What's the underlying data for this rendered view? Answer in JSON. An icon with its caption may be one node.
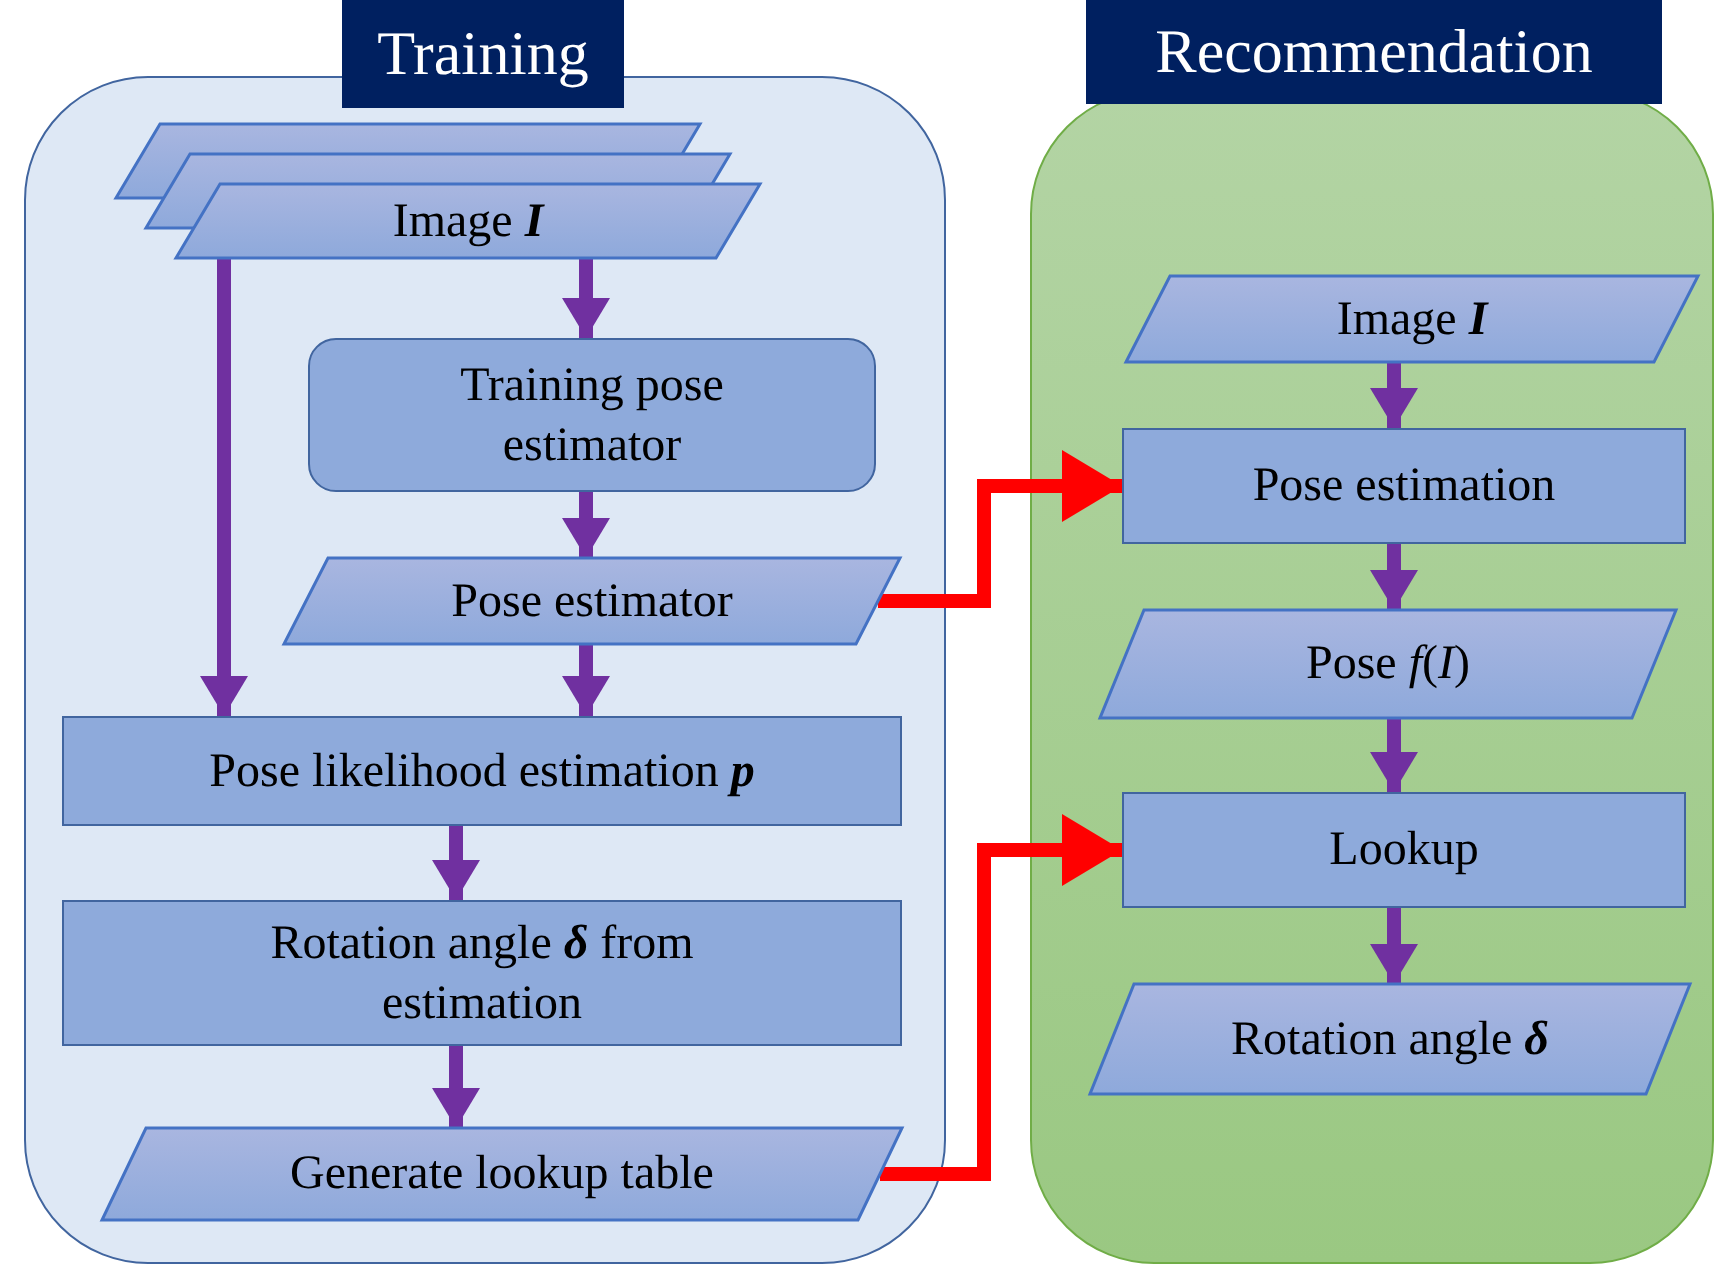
{
  "diagram": {
    "nodes": [
      {
        "text": [
          "Training"
        ]
      },
      {
        "text": [
          "Image **I**"
        ],
        "in": 0
      },
      {
        "text": [
          "Training pose estimator"
        ],
        "in": 0
      },
      {
        "text": [
          "Pose estimator"
        ],
        "in": 0
      },
      {
        "text": [
          "Pose likelihood estimation **p**"
        ],
        "in": 0
      },
      {
        "text": [
          "Rotation angle **δ** from estimation"
        ],
        "in": 0
      },
      {
        "text": [
          "Generate lookup table"
        ],
        "in": 0
      },
      {
        "text": [
          "Recommendation"
        ]
      },
      {
        "text": [
          "Image **I**"
        ],
        "in": 7
      },
      {
        "text": [
          "Pose estimation"
        ],
        "in": 7
      },
      {
        "text": [
          "Pose *f*(*I*)"
        ],
        "in": 7
      },
      {
        "text": [
          "Lookup"
        ],
        "in": 7
      },
      {
        "text": [
          "Rotation angle **δ**"
        ],
        "in": 7
      }
    ],
    "edges": [
      {
        "from": 1,
        "to": 2,
        "arrow": "to"
      },
      {
        "from": 2,
        "to": 3,
        "arrow": "to"
      },
      {
        "from": 1,
        "to": 4,
        "arrow": "to"
      },
      {
        "from": 3,
        "to": 4,
        "arrow": "to"
      },
      {
        "from": 4,
        "to": 5,
        "arrow": "to"
      },
      {
        "from": 5,
        "to": 6,
        "arrow": "to"
      },
      {
        "from": 8,
        "to": 9,
        "arrow": "to"
      },
      {
        "from": 9,
        "to": 10,
        "arrow": "to"
      },
      {
        "from": 10,
        "to": 11,
        "arrow": "to"
      },
      {
        "from": 11,
        "to": 12,
        "arrow": "to"
      },
      {
        "from": 3,
        "to": 9,
        "arrow": "to",
        "color": "#ff0000"
      },
      {
        "from": 6,
        "to": 11,
        "arrow": "to",
        "color": "#ff0000"
      }
    ]
  }
}
